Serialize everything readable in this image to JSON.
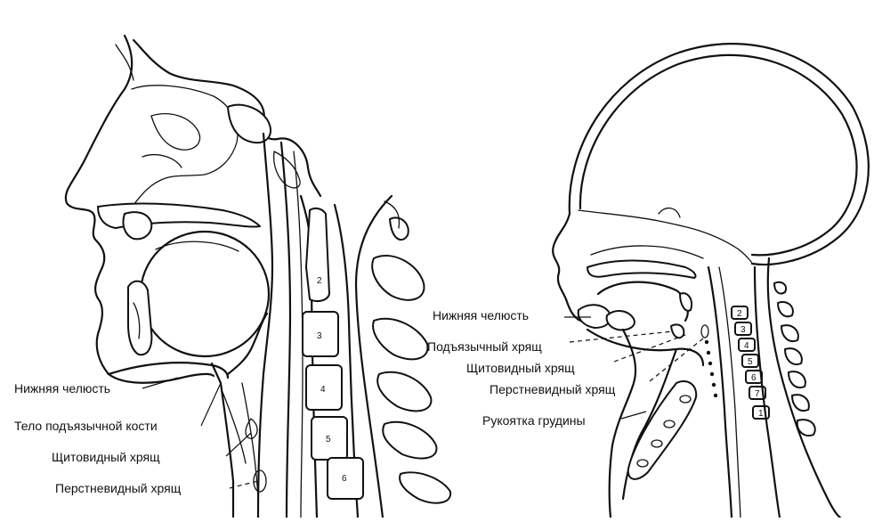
{
  "left_labels": {
    "mandible": "Нижняя челюсть",
    "hyoid": "Тело подъязычной кости",
    "thyroid": "Щитовидный хрящ",
    "cricoid": "Перстневидный хрящ"
  },
  "left_vertebrae": [
    "2",
    "3",
    "4",
    "5",
    "6"
  ],
  "right_labels": {
    "mandible": "Нижняя челюсть",
    "hyoid_cartilage": "Подъязычный хрящ",
    "thyroid": "Щитовидный хрящ",
    "cricoid": "Перстневидный хрящ",
    "manubrium": "Рукоятка грудины"
  },
  "right_vertebrae": [
    "2",
    "3",
    "4",
    "5",
    "6",
    "7",
    "1"
  ]
}
